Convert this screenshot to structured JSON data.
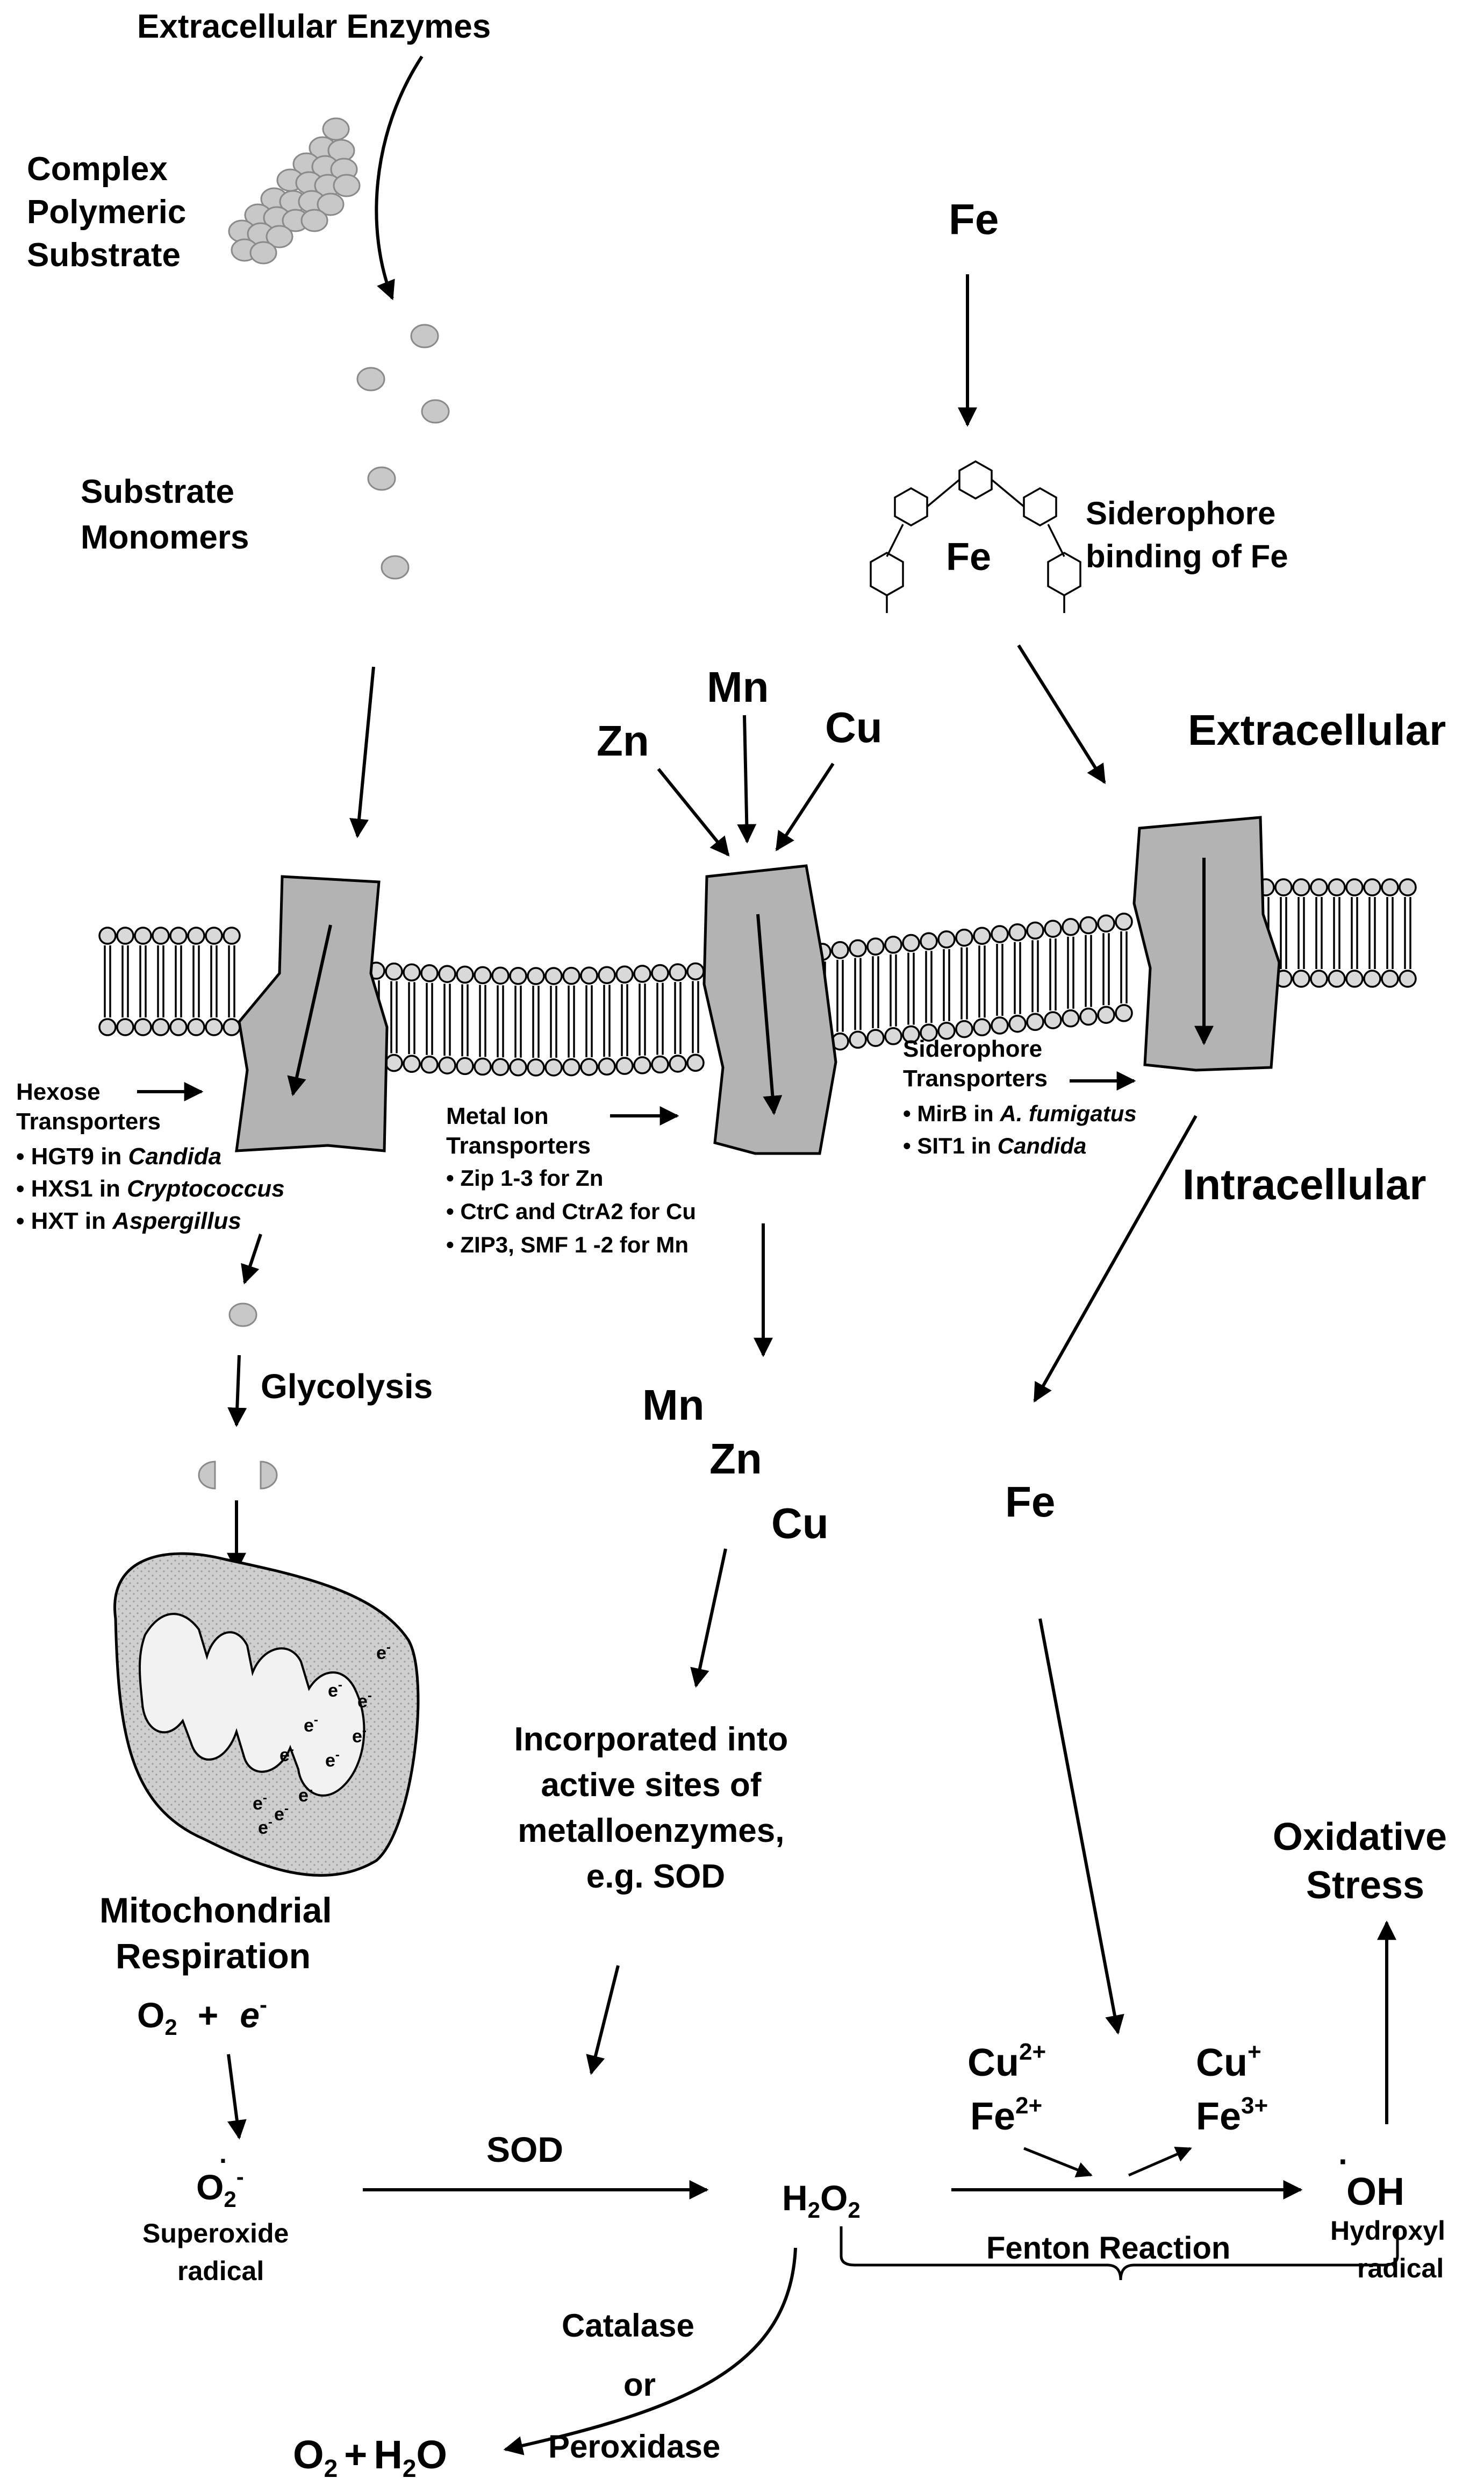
{
  "labels": {
    "extracellular_enzymes": "Extracellular Enzymes",
    "complex_line1": "Complex",
    "complex_line2": "Polymeric",
    "complex_line3": "Substrate",
    "substrate_line1": "Substrate",
    "substrate_line2": "Monomers",
    "fe_top": "Fe",
    "fe_bound": "Fe",
    "siderophore_line1": "Siderophore",
    "siderophore_line2": "binding of Fe",
    "zn_top": "Zn",
    "mn_top": "Mn",
    "cu_top": "Cu",
    "extracellular": "Extracellular",
    "intracellular": "Intracellular",
    "glycolysis": "Glycolysis",
    "mn_in": "Mn",
    "zn_in": "Zn",
    "cu_in": "Cu",
    "fe_in": "Fe",
    "incorporated_line1": "Incorporated into",
    "incorporated_line2": "active sites of",
    "incorporated_line3": "metalloenzymes,",
    "incorporated_line4": "e.g. SOD",
    "mito_line1": "Mitochondrial",
    "mito_line2": "Respiration",
    "o2_plus": "+",
    "e_sym": "e",
    "superoxide_line1": "Superoxide",
    "superoxide_line2": "radical",
    "sod": "SOD",
    "catalase": "Catalase",
    "or": "or",
    "peroxidase": "Peroxidase",
    "o2_h2o_plus": "+",
    "fenton": "Fenton Reaction",
    "cu2": "Cu",
    "cu2_sup": "2+",
    "fe2": "Fe",
    "fe2_sup": "2+",
    "cu1": "Cu",
    "cu1_sup": "+",
    "fe3": "Fe",
    "fe3_sup": "3+",
    "oh": "OH",
    "hydroxyl_line1": "Hydroxyl",
    "hydroxyl_line2": "radical",
    "oxidative_line1": "Oxidative",
    "oxidative_line2": "Stress"
  },
  "hexose": {
    "title_line1": "Hexose",
    "title_line2": "Transporters",
    "items": [
      {
        "name": "HGT9 in ",
        "organism": "Candida"
      },
      {
        "name": "HXS1 in ",
        "organism": "Cryptococcus"
      },
      {
        "name": "HXT in ",
        "organism": "Aspergillus"
      }
    ]
  },
  "metal": {
    "title_line1": "Metal Ion",
    "title_line2": "Transporters",
    "items": [
      "Zip 1-3 for Zn",
      "CtrC and CtrA2 for Cu",
      "ZIP3, SMF 1 -2 for Mn"
    ]
  },
  "siderophore_transporters": {
    "title_line1": "Siderophore",
    "title_line2": "Transporters",
    "items": [
      {
        "name": "MirB in ",
        "organism": "A. fumigatus"
      },
      {
        "name": "SIT1 in ",
        "organism": "Candida"
      }
    ]
  },
  "electron_label": "e",
  "electron_charge": "-",
  "formulas": {
    "o2": "O",
    "o2_sub": "2",
    "superoxide": "O",
    "superoxide_sub": "2",
    "superoxide_sup": "-",
    "h2o2_h": "H",
    "h2o2_sub1": "2",
    "h2o2_o": "O",
    "h2o2_sub2": "2",
    "prod_o": "O",
    "prod_sub1": "2",
    "prod_h": "H",
    "prod_sub2": "2",
    "prod_o2": "O"
  },
  "colors": {
    "ink": "#000000",
    "membrane_head": "#d9d9d9",
    "protein": "#b3b3b3",
    "molecule": "#c8c8c8",
    "mito_outer": "#cfcfcf",
    "mito_inner": "#f2f2f2"
  }
}
